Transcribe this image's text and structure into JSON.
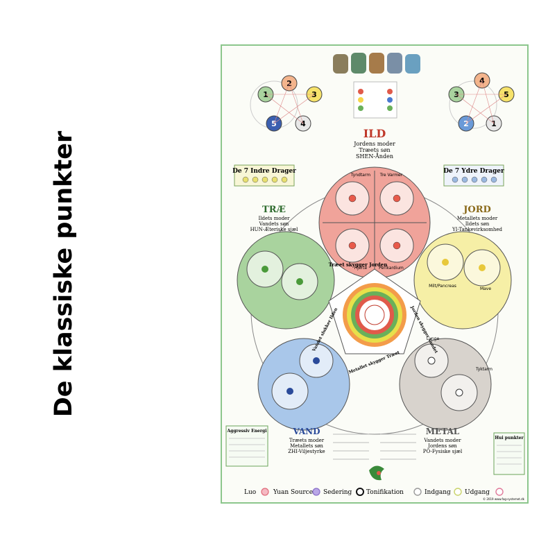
{
  "page_title": "De klassiske punkter",
  "elements": {
    "fire": {
      "name": "ILD",
      "lines": [
        "Jordens moder",
        "Træets søn",
        "SHEN-Ånden"
      ],
      "color": "#f0a39a"
    },
    "wood": {
      "name": "TRÆ",
      "lines": [
        "Ildets moder",
        "Vandets søn",
        "HUN-Æteriske sjæl"
      ],
      "color": "#a9d39e"
    },
    "earth": {
      "name": "JORD",
      "lines": [
        "Metallets moder",
        "Ildets søn",
        "YI-Tankevirksomhed"
      ],
      "color": "#f6efa6"
    },
    "water": {
      "name": "VAND",
      "lines": [
        "Træets moder",
        "Metallets søn",
        "ZHI-Viljestyrke"
      ],
      "color": "#a9c7ea"
    },
    "metal": {
      "name": "METAL",
      "lines": [
        "Vandets moder",
        "Jordens søn",
        "PO-Fysiske sjæl"
      ],
      "color": "#d8d3cd"
    }
  },
  "dragons": {
    "inner": "De 7 Indre Drager",
    "outer": "De 7 Ydre Drager"
  },
  "cycle_labels": [
    "Træet skygger Jorden",
    "Vandet slukker Ilden",
    "Jorden skygger Vandet",
    "Metallet skygger Træet"
  ],
  "fire_meridians": [
    "Tyndtarm",
    "Hjerte",
    "Perikardium",
    "Tre Varmer"
  ],
  "earth_meridians": [
    "Milt/Pancreas",
    "Mave"
  ],
  "metal_meridians": [
    "Lunge",
    "Tyktarm"
  ],
  "legend": [
    {
      "label": "Luo",
      "color": "#e06a7a",
      "fill": "#f5b9c2"
    },
    {
      "label": "Yuan Source",
      "color": "#8a6fc9",
      "fill": "#b9a7e6"
    },
    {
      "label": "Sedering",
      "color": "#111111",
      "fill": "#ffffff"
    },
    {
      "label": "Tonifikation",
      "color": "#9a9a9a",
      "fill": "#ffffff"
    },
    {
      "label": "Indgang",
      "color": "#c9d36a",
      "fill": "#ffffff"
    },
    {
      "label": "Udgang",
      "color": "#e07a9a",
      "fill": "#ffffff"
    }
  ],
  "boxes": {
    "left_title": "Aggressiv Energi",
    "right_title": "Hui punkter"
  },
  "copyright": "© 2019 www.fag-systemet.dk"
}
